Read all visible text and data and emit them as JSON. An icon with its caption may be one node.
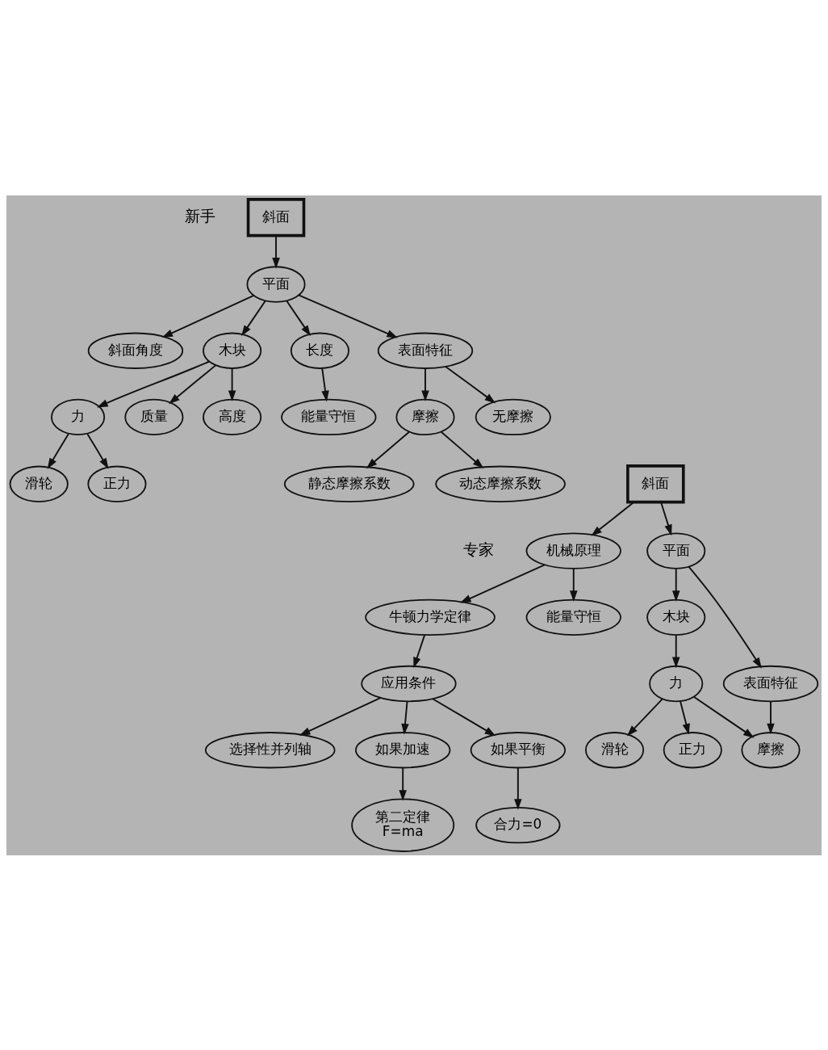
{
  "diagram": {
    "nodes": [
      {
        "text": [
          "斜面"
        ]
      },
      {
        "text": [
          "平面"
        ]
      },
      {
        "text": [
          "斜面角度"
        ]
      },
      {
        "text": [
          "木块"
        ]
      },
      {
        "text": [
          "长度"
        ]
      },
      {
        "text": [
          "表面特征"
        ]
      },
      {
        "text": [
          "力"
        ]
      },
      {
        "text": [
          "质量"
        ]
      },
      {
        "text": [
          "高度"
        ]
      },
      {
        "text": [
          "摩擦"
        ]
      },
      {
        "text": [
          "无摩擦"
        ]
      },
      {
        "text": [
          "滑轮"
        ]
      },
      {
        "text": [
          "正力"
        ]
      },
      {
        "text": [
          "能量守恒"
        ]
      },
      {
        "text": [
          "静态摩擦系数"
        ]
      },
      {
        "text": [
          "动态摩擦系数"
        ]
      },
      {
        "text": [
          "机械原理"
        ]
      },
      {
        "text": [
          "牛顿力学定律"
        ]
      },
      {
        "text": [
          "能量守恒"
        ]
      },
      {
        "text": [
          "应用条件"
        ]
      },
      {
        "text": [
          "选择性并列轴"
        ]
      },
      {
        "text": [
          "如果加速"
        ]
      },
      {
        "text": [
          "如果平衡"
        ]
      },
      {
        "text": [
          "第二定律",
          "F=ma"
        ]
      },
      {
        "text": [
          "合力=0"
        ]
      },
      {
        "text": [
          "斜面"
        ]
      },
      {
        "text": [
          "木块"
        ]
      },
      {
        "text": [
          "平面"
        ]
      },
      {
        "text": [
          "力"
        ]
      },
      {
        "text": [
          "表面特征"
        ]
      },
      {
        "text": [
          "滑轮"
        ]
      },
      {
        "text": [
          "正力"
        ]
      },
      {
        "text": [
          "摩擦"
        ]
      }
    ],
    "edges": [
      {
        "from": 0,
        "to": 1,
        "arrow": "to"
      },
      {
        "from": 1,
        "to": 2,
        "arrow": "to"
      },
      {
        "from": 1,
        "to": 3,
        "arrow": "to"
      },
      {
        "from": 1,
        "to": 4,
        "arrow": "to"
      },
      {
        "from": 1,
        "to": 5,
        "arrow": "to"
      },
      {
        "from": 3,
        "to": 6,
        "arrow": "to"
      },
      {
        "from": 3,
        "to": 7,
        "arrow": "to"
      },
      {
        "from": 3,
        "to": 8,
        "arrow": "to"
      },
      {
        "from": 4,
        "to": 13,
        "arrow": "to"
      },
      {
        "from": 5,
        "to": 9,
        "arrow": "to"
      },
      {
        "from": 5,
        "to": 10,
        "arrow": "to"
      },
      {
        "from": 6,
        "to": 11,
        "arrow": "to"
      },
      {
        "from": 6,
        "to": 12,
        "arrow": "to"
      },
      {
        "from": 9,
        "to": 14,
        "arrow": "to"
      },
      {
        "from": 9,
        "to": 15,
        "arrow": "to"
      },
      {
        "from": 16,
        "to": 18,
        "arrow": "to"
      },
      {
        "from": 16,
        "to": 17,
        "arrow": "to"
      },
      {
        "from": 17,
        "to": 19,
        "arrow": "to"
      },
      {
        "from": 19,
        "to": 20,
        "arrow": "to"
      },
      {
        "from": 19,
        "to": 21,
        "arrow": "to"
      },
      {
        "from": 19,
        "to": 22,
        "arrow": "to"
      },
      {
        "from": 21,
        "to": 23,
        "arrow": "to"
      },
      {
        "from": 22,
        "to": 24,
        "arrow": "to"
      },
      {
        "from": 25,
        "to": 16,
        "arrow": "to"
      },
      {
        "from": 25,
        "to": 27,
        "arrow": "to"
      },
      {
        "from": 27,
        "to": 26,
        "arrow": "to"
      },
      {
        "from": 27,
        "to": 29,
        "arrow": "to"
      },
      {
        "from": 26,
        "to": 28,
        "arrow": "to"
      },
      {
        "from": 28,
        "to": 30,
        "arrow": "to"
      },
      {
        "from": 28,
        "to": 31,
        "arrow": "to"
      },
      {
        "from": 28,
        "to": 32,
        "arrow": "to"
      },
      {
        "from": 29,
        "to": 32,
        "arrow": "to"
      }
    ],
    "labels": [
      "新手",
      "专家"
    ]
  }
}
